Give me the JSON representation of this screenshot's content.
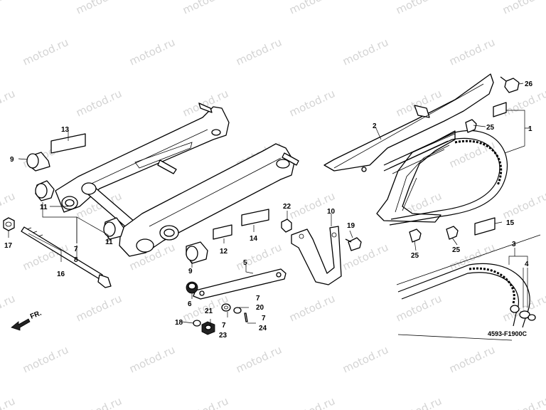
{
  "diagram": {
    "watermark": "motod.ru",
    "part_code": "4593-F1900C",
    "direction_label": "FR.",
    "callouts": [
      "1",
      "2",
      "3",
      "4",
      "5",
      "6",
      "7",
      "8",
      "9",
      "10",
      "11",
      "12",
      "13",
      "14",
      "15",
      "16",
      "17",
      "18",
      "19",
      "20",
      "21",
      "22",
      "23",
      "24",
      "25",
      "26"
    ]
  }
}
